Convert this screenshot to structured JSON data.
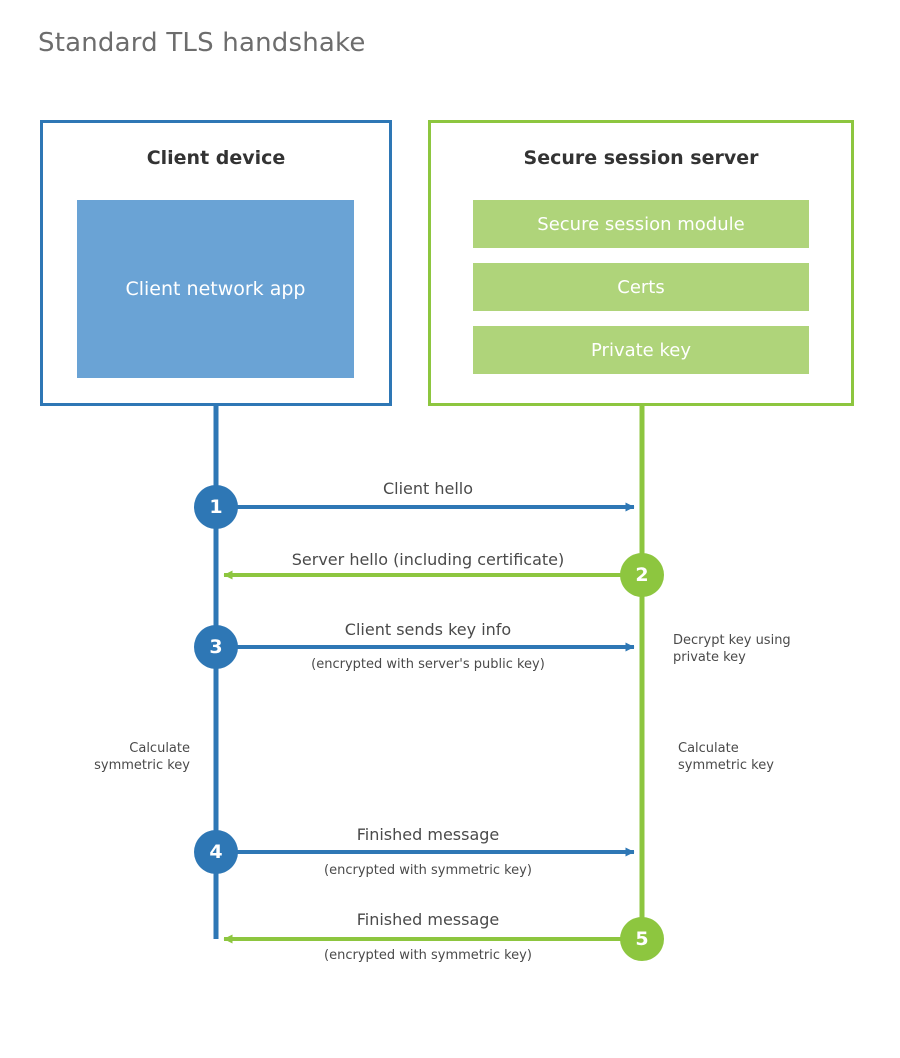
{
  "title": "Standard TLS handshake",
  "colors": {
    "client_blue": "#2E77B5",
    "client_fill": "#6AA3D5",
    "server_green": "#8DC63F",
    "server_fill": "#AFD47A",
    "title_gray": "#6d6d6d",
    "text_gray": "#4a4a4a",
    "background": "#ffffff"
  },
  "client": {
    "title": "Client device",
    "app_label": "Client network app"
  },
  "server": {
    "title": "Secure session server",
    "modules": [
      {
        "label": "Secure session module"
      },
      {
        "label": "Certs"
      },
      {
        "label": "Private key"
      }
    ]
  },
  "steps": [
    {
      "number": "1",
      "actor": "client",
      "direction": "client-to-server",
      "label": "Client hello",
      "sublabel": ""
    },
    {
      "number": "2",
      "actor": "server",
      "direction": "server-to-client",
      "label": "Server hello (including certificate)",
      "sublabel": ""
    },
    {
      "number": "3",
      "actor": "client",
      "direction": "client-to-server",
      "label": "Client sends key info",
      "sublabel": "(encrypted with server's public key)"
    },
    {
      "number": "4",
      "actor": "client",
      "direction": "client-to-server",
      "label": "Finished message",
      "sublabel": "(encrypted with symmetric key)"
    },
    {
      "number": "5",
      "actor": "server",
      "direction": "server-to-client",
      "label": "Finished message",
      "sublabel": "(encrypted with symmetric key)"
    }
  ],
  "notes": {
    "decrypt_key": "Decrypt key using\nprivate key",
    "calculate_symmetric_key_client": "Calculate\nsymmetric key",
    "calculate_symmetric_key_server": "Calculate\nsymmetric key"
  }
}
